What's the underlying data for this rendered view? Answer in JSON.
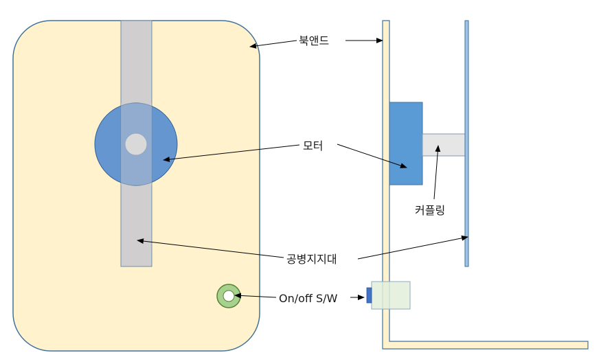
{
  "labels": {
    "bookend": "북앤드",
    "motor": "모터",
    "coupling": "커플링",
    "support": "공병지지대",
    "switch": "On/off S/W"
  },
  "colors": {
    "board_fill": "#fff2cc",
    "board_stroke": "#41719c",
    "support_fill": "#d0cece",
    "motor_fill": "#4a86cf",
    "coupling_fill": "#e7e6e6",
    "switch_ring": "#a9d18e",
    "switch_ring_stroke": "#548235",
    "switch_box_fill": "#e2efda"
  }
}
